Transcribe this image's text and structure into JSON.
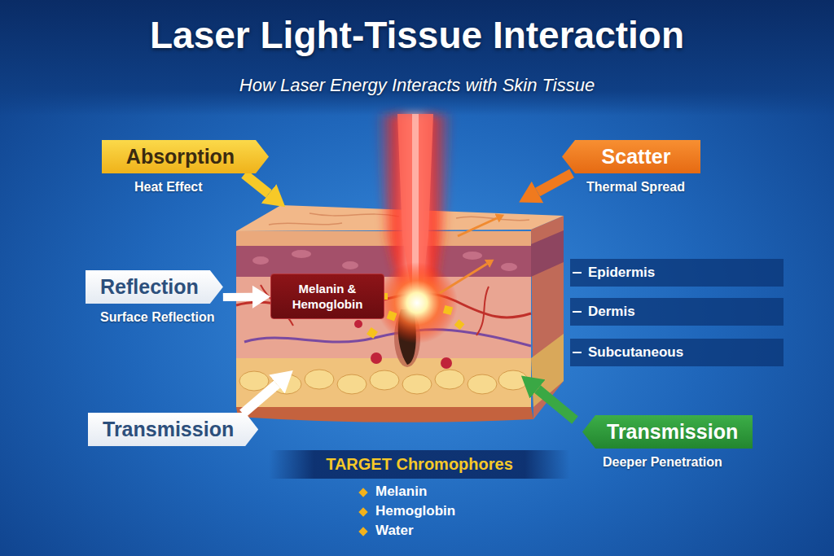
{
  "diagram": {
    "title": "Laser Light-Tissue Interaction",
    "nodes": [
      {
        "text": [
          "Absorption",
          "Heat Effect"
        ]
      },
      {
        "text": [
          "Scatter",
          "Thermal Spread"
        ]
      },
      {
        "text": [
          "Reflection",
          "Surface Reflection"
        ]
      },
      {
        "text": [
          "Melanin & Hemoglobin"
        ]
      },
      {
        "text": [
          "Transmission"
        ]
      },
      {
        "text": [
          "Transmission",
          "Deeper Penetration"
        ]
      },
      {
        "text": [
          "TARGET Chromophores",
          "Melanin",
          "Hemoglobin",
          "Water"
        ]
      }
    ],
    "edges": [
      {
        "from": 2,
        "to": 3,
        "arrow": "to"
      }
    ],
    "labels": [
      "How Laser Energy Interacts with Skin Tissue",
      "Epidermis",
      "Dermis",
      "Subcutaneous"
    ]
  }
}
